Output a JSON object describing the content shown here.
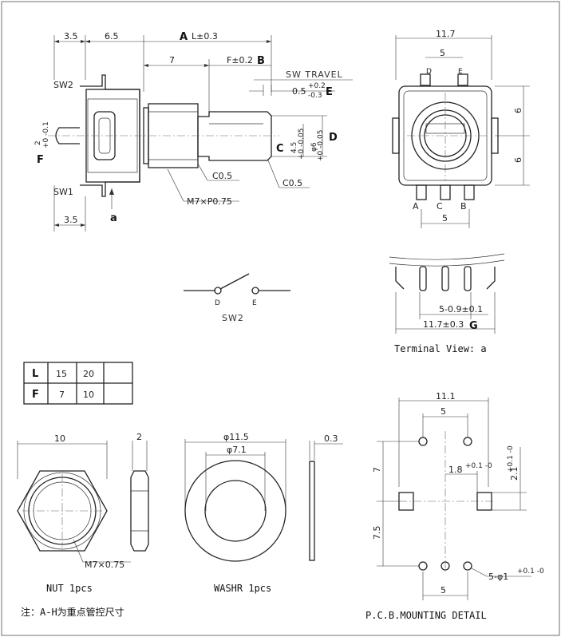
{
  "side_view": {
    "dim_3_5_top": "3.5",
    "dim_6_5": "6.5",
    "label_A": "A",
    "dim_L": "L±0.3",
    "dim_7": "7",
    "dim_F": "F±0.2",
    "label_B": "B",
    "sw_travel": "SW TRAVEL",
    "sw_travel_value": "0.5",
    "sw_travel_tol_upper": "+0.2",
    "sw_travel_tol_lower": "-0.3",
    "label_E": "E",
    "label_SW2": "SW2",
    "label_SW1": "SW1",
    "label_F": "F",
    "dim_2": "2",
    "dim_2_tol": "+0 -0.1",
    "label_C": "C",
    "dim_4_5": "4.5",
    "dim_4_5_tol": "+0 -0.05",
    "dim_6": "φ6",
    "dim_6_tol": "+0 -0.05",
    "label_D": "D",
    "chamfer_1": "C0.5",
    "chamfer_2": "C0.5",
    "thread": "M7×P0.75",
    "dim_3_5_bottom": "3.5",
    "label_a": "a"
  },
  "front_view": {
    "dim_11_7": "11.7",
    "dim_5_top": "5",
    "pin_D": "D",
    "pin_E": "E",
    "dim_6_upper": "6",
    "dim_6_lower": "6",
    "pin_A": "A",
    "pin_C": "C",
    "pin_B": "B",
    "dim_5_bottom": "5"
  },
  "terminal_view": {
    "dim_pins": "5-0.9±0.1",
    "dim_width": "11.7±0.3",
    "label_G": "G",
    "caption": "Terminal View: a"
  },
  "switch": {
    "pin_D": "D",
    "pin_E": "E",
    "label": "SW2"
  },
  "table": {
    "rows": [
      {
        "key": "L",
        "v1": "15",
        "v2": "20",
        "v3": ""
      },
      {
        "key": "F",
        "v1": "7",
        "v2": "10",
        "v3": ""
      }
    ]
  },
  "nut": {
    "dim_width": "10",
    "dim_thickness": "2",
    "thread": "M7×0.75",
    "caption": "NUT 1pcs"
  },
  "washer": {
    "dim_outer": "φ11.5",
    "dim_inner": "φ7.1",
    "dim_thickness": "0.3",
    "caption": "WASHR  1pcs"
  },
  "pcb": {
    "dim_11_1": "11.1",
    "dim_5_top": "5",
    "dim_7": "7",
    "dim_7_5": "7.5",
    "dim_1_8": "1.8",
    "dim_1_8_tol": "+0.1 -0",
    "dim_2_1": "2.1",
    "dim_2_1_tol": "+0.1 -0",
    "dim_holes": "5-φ1",
    "dim_holes_tol": "+0.1 -0",
    "dim_5_bottom": "5",
    "caption": "P.C.B.MOUNTING DETAIL"
  },
  "note": "注：A-H为重点管控尺寸"
}
